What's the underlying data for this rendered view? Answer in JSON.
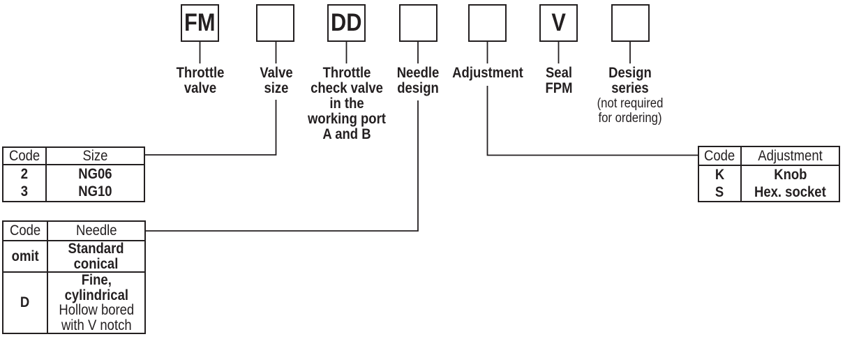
{
  "page": {
    "background_color": "#ffffff",
    "ink_color": "#231f20"
  },
  "diagram": {
    "boxes": [
      {
        "code": "FM",
        "label_lines": [
          "Throttle",
          "valve"
        ]
      },
      {
        "code": "",
        "label_lines": [
          "Valve",
          "size"
        ]
      },
      {
        "code": "DD",
        "label_lines": [
          "Throttle",
          "check valve",
          "in the",
          "working port",
          "A and B"
        ]
      },
      {
        "code": "",
        "label_lines": [
          "Needle",
          "design"
        ]
      },
      {
        "code": "",
        "label_lines": [
          "Adjustment"
        ]
      },
      {
        "code": "V",
        "label_lines": [
          "Seal",
          "FPM"
        ]
      },
      {
        "code": "",
        "label_lines": [
          "Design",
          "series"
        ],
        "note_lines": [
          "(not required",
          "for ordering)"
        ]
      }
    ],
    "tables": {
      "size": {
        "headers": [
          "Code",
          "Size"
        ],
        "rows": [
          {
            "code": "2",
            "value": "NG06"
          },
          {
            "code": "3",
            "value": "NG10"
          }
        ]
      },
      "needle": {
        "headers": [
          "Code",
          "Needle"
        ],
        "rows": [
          {
            "code": "omit",
            "bold_lines": [
              "Standard",
              "conical"
            ],
            "plain_lines": []
          },
          {
            "code": "D",
            "bold_lines": [
              "Fine,",
              "cylindrical"
            ],
            "plain_lines": [
              "Hollow bored",
              "with V notch"
            ]
          }
        ]
      },
      "adjustment": {
        "headers": [
          "Code",
          "Adjustment"
        ],
        "rows": [
          {
            "code": "K",
            "value": "Knob"
          },
          {
            "code": "S",
            "value": "Hex. socket"
          }
        ]
      }
    }
  }
}
